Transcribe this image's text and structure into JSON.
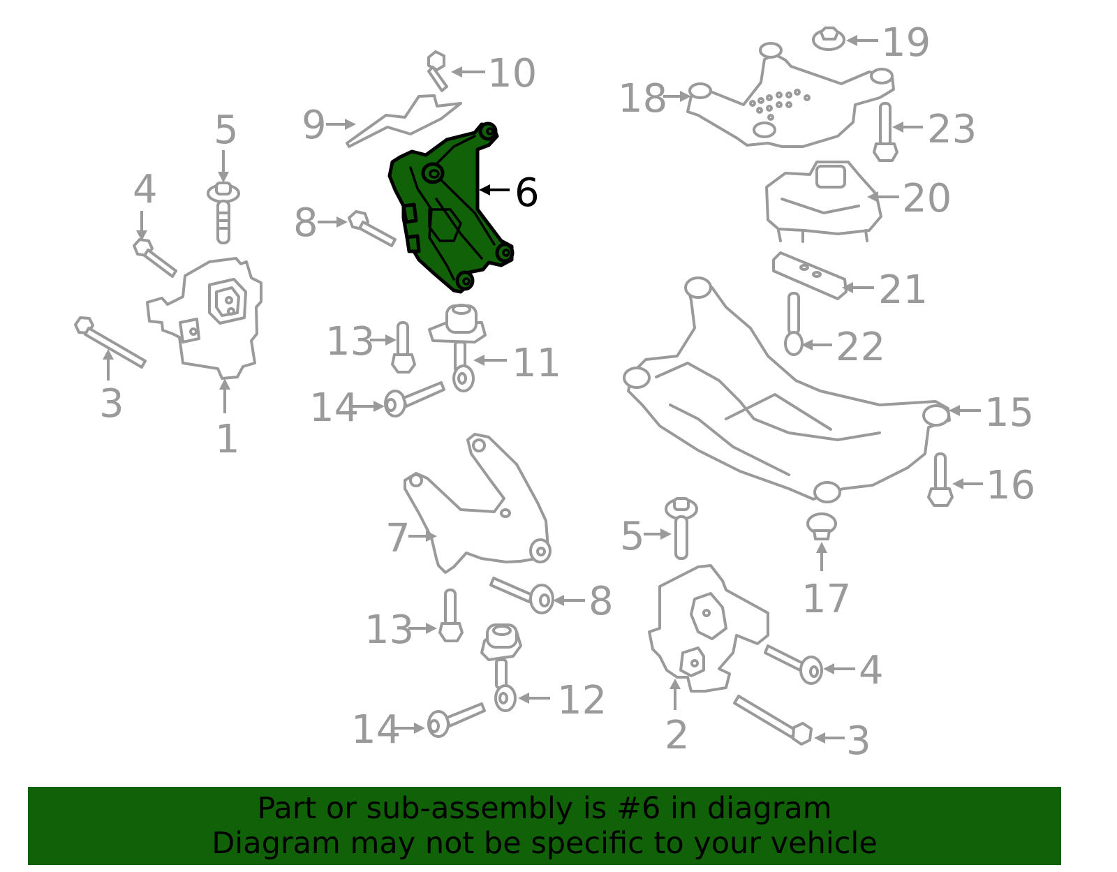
{
  "diagram": {
    "highlighted_part": "6",
    "highlight_color": "#116109",
    "line_color": "#9a9a9a",
    "callouts": [
      {
        "id": "c1",
        "label": "1"
      },
      {
        "id": "c2",
        "label": "2"
      },
      {
        "id": "c3a",
        "label": "3"
      },
      {
        "id": "c3b",
        "label": "3"
      },
      {
        "id": "c4a",
        "label": "4"
      },
      {
        "id": "c4b",
        "label": "4"
      },
      {
        "id": "c5a",
        "label": "5"
      },
      {
        "id": "c5b",
        "label": "5"
      },
      {
        "id": "c6",
        "label": "6"
      },
      {
        "id": "c7",
        "label": "7"
      },
      {
        "id": "c8a",
        "label": "8"
      },
      {
        "id": "c8b",
        "label": "8"
      },
      {
        "id": "c9",
        "label": "9"
      },
      {
        "id": "c10",
        "label": "10"
      },
      {
        "id": "c11",
        "label": "11"
      },
      {
        "id": "c12",
        "label": "12"
      },
      {
        "id": "c13a",
        "label": "13"
      },
      {
        "id": "c13b",
        "label": "13"
      },
      {
        "id": "c14a",
        "label": "14"
      },
      {
        "id": "c14b",
        "label": "14"
      },
      {
        "id": "c15",
        "label": "15"
      },
      {
        "id": "c16",
        "label": "16"
      },
      {
        "id": "c17",
        "label": "17"
      },
      {
        "id": "c18",
        "label": "18"
      },
      {
        "id": "c19",
        "label": "19"
      },
      {
        "id": "c20",
        "label": "20"
      },
      {
        "id": "c21",
        "label": "21"
      },
      {
        "id": "c22",
        "label": "22"
      },
      {
        "id": "c23",
        "label": "23"
      }
    ]
  },
  "banner": {
    "line1": "Part or sub-assembly is #6 in diagram",
    "line2": "Diagram may not be specific to your vehicle",
    "background": "#116109"
  }
}
